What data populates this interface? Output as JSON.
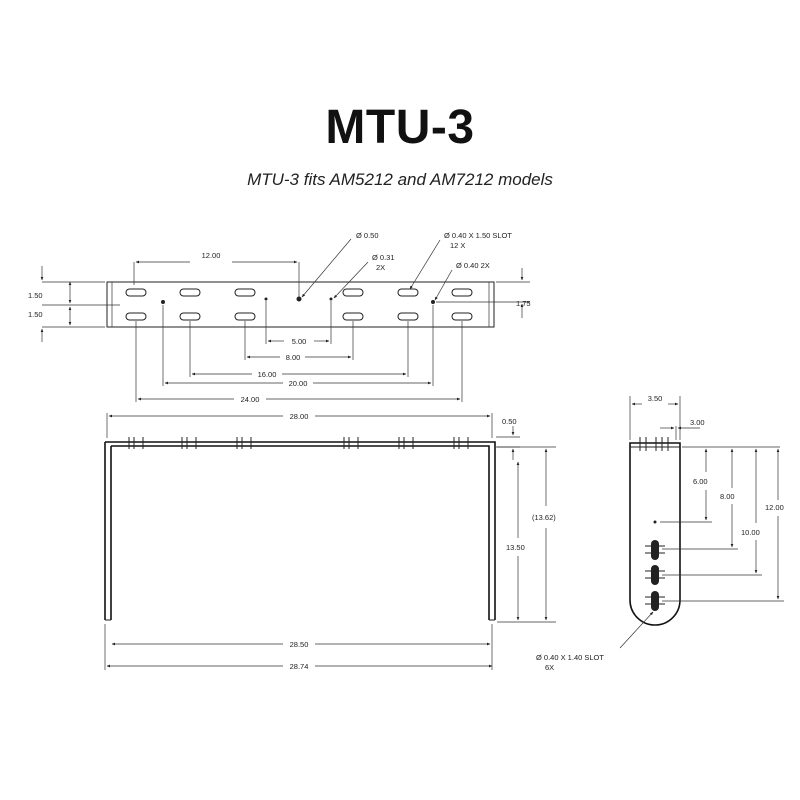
{
  "title": "MTU-3",
  "subtitle": "MTU-3 fits AM5212 and AM7212 models",
  "top_view": {
    "callouts": {
      "hole_050": "Ø 0.50",
      "slot_top": "Ø 0.40 X 1.50 SLOT",
      "slot_top_qty": "12 X",
      "hole_031": "Ø 0.31",
      "hole_031_qty": "2X",
      "hole_040": "Ø 0.40 2X"
    },
    "dims": {
      "d_1200": "12.00",
      "d_150_top": "1.50",
      "d_150_bottom": "1.50",
      "d_175": "1.75",
      "d_500": "5.00",
      "d_800": "8.00",
      "d_1600": "16.00",
      "d_2000": "20.00",
      "d_2400": "24.00"
    }
  },
  "front_view": {
    "dims": {
      "d_2800": "28.00",
      "d_050": "0.50",
      "d_1362": "(13.62)",
      "d_1350": "13.50",
      "d_2850": "28.50",
      "d_2874": "28.74"
    }
  },
  "side_view": {
    "dims": {
      "d_350": "3.50",
      "d_300": "3.00",
      "d_600": "6.00",
      "d_800": "8.00",
      "d_1000": "10.00",
      "d_1200": "12.00"
    },
    "callouts": {
      "slot": "Ø 0.40 X 1.40 SLOT",
      "slot_qty": "6X"
    }
  }
}
